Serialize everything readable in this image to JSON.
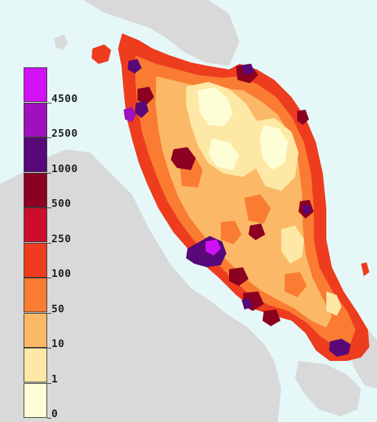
{
  "legend": {
    "bins": [
      {
        "label": "0",
        "color": "#fefed6"
      },
      {
        "label": "1",
        "color": "#fde8a6"
      },
      {
        "label": "10",
        "color": "#fbb866"
      },
      {
        "label": "50",
        "color": "#f97c32"
      },
      {
        "label": "100",
        "color": "#ee3c1e"
      },
      {
        "label": "250",
        "color": "#cc0d2c"
      },
      {
        "label": "500",
        "color": "#8c0022"
      },
      {
        "label": "1000",
        "color": "#580878"
      },
      {
        "label": "2500",
        "color": "#a010bc"
      },
      {
        "label": "4500",
        "color": "#d012f4"
      }
    ]
  },
  "colors": {
    "water": "#e6f7f8",
    "land_other": "#d9d9d9",
    "coastal_band": "#ee3c1e"
  }
}
